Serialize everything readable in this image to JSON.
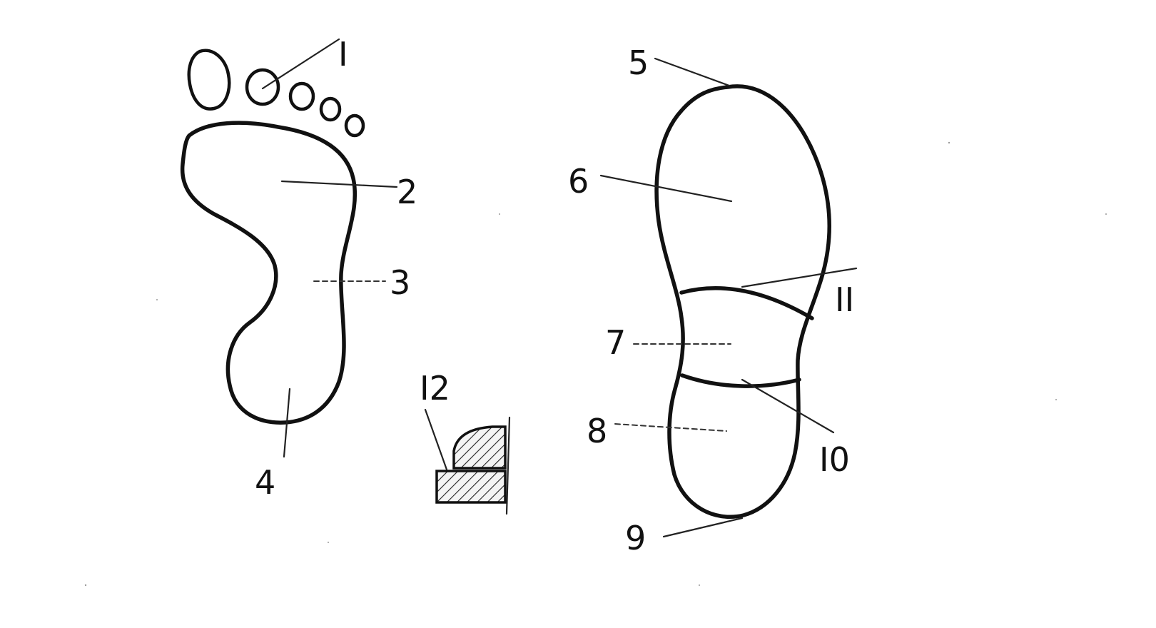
{
  "labels": {
    "l1": "I",
    "l2": "2",
    "l3": "3",
    "l4": "4",
    "l5": "5",
    "l6": "6",
    "l7": "7",
    "l8": "8",
    "l9": "9",
    "l10": "I0",
    "l11": "II",
    "l12": "I2"
  }
}
